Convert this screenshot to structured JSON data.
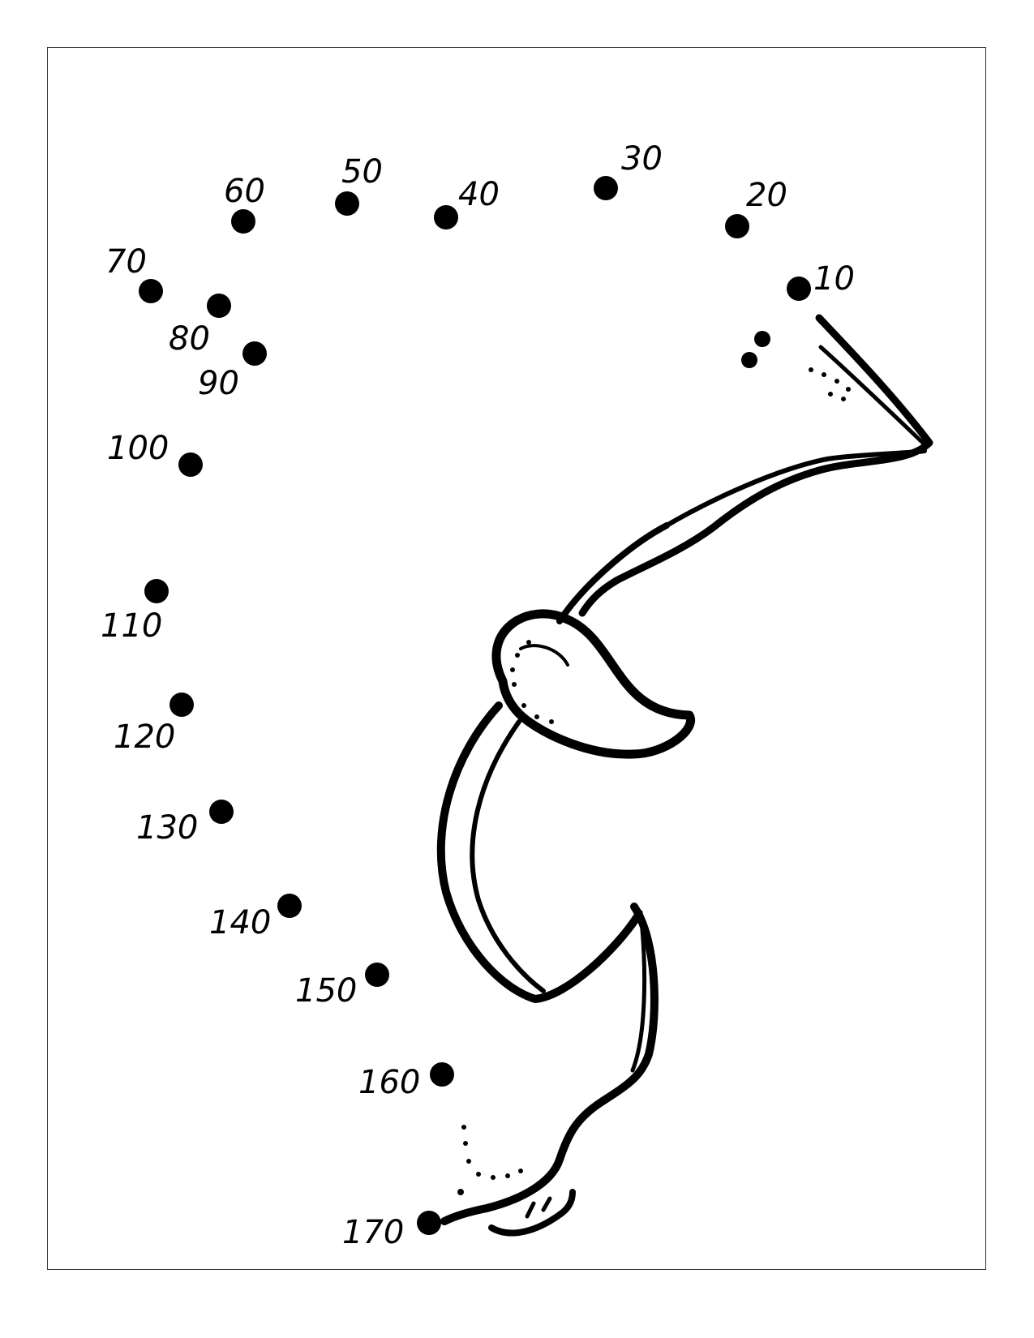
{
  "worksheet": {
    "ink_color": "#000000",
    "paper_color": "#ffffff",
    "border_color": "#333333",
    "dots": [
      {
        "label": "10"
      },
      {
        "label": "20"
      },
      {
        "label": "30"
      },
      {
        "label": "40"
      },
      {
        "label": "50"
      },
      {
        "label": "60"
      },
      {
        "label": "70"
      },
      {
        "label": "80"
      },
      {
        "label": "90"
      },
      {
        "label": "100"
      },
      {
        "label": "110"
      },
      {
        "label": "120"
      },
      {
        "label": "130"
      },
      {
        "label": "140"
      },
      {
        "label": "150"
      },
      {
        "label": "160"
      },
      {
        "label": "170"
      }
    ]
  }
}
